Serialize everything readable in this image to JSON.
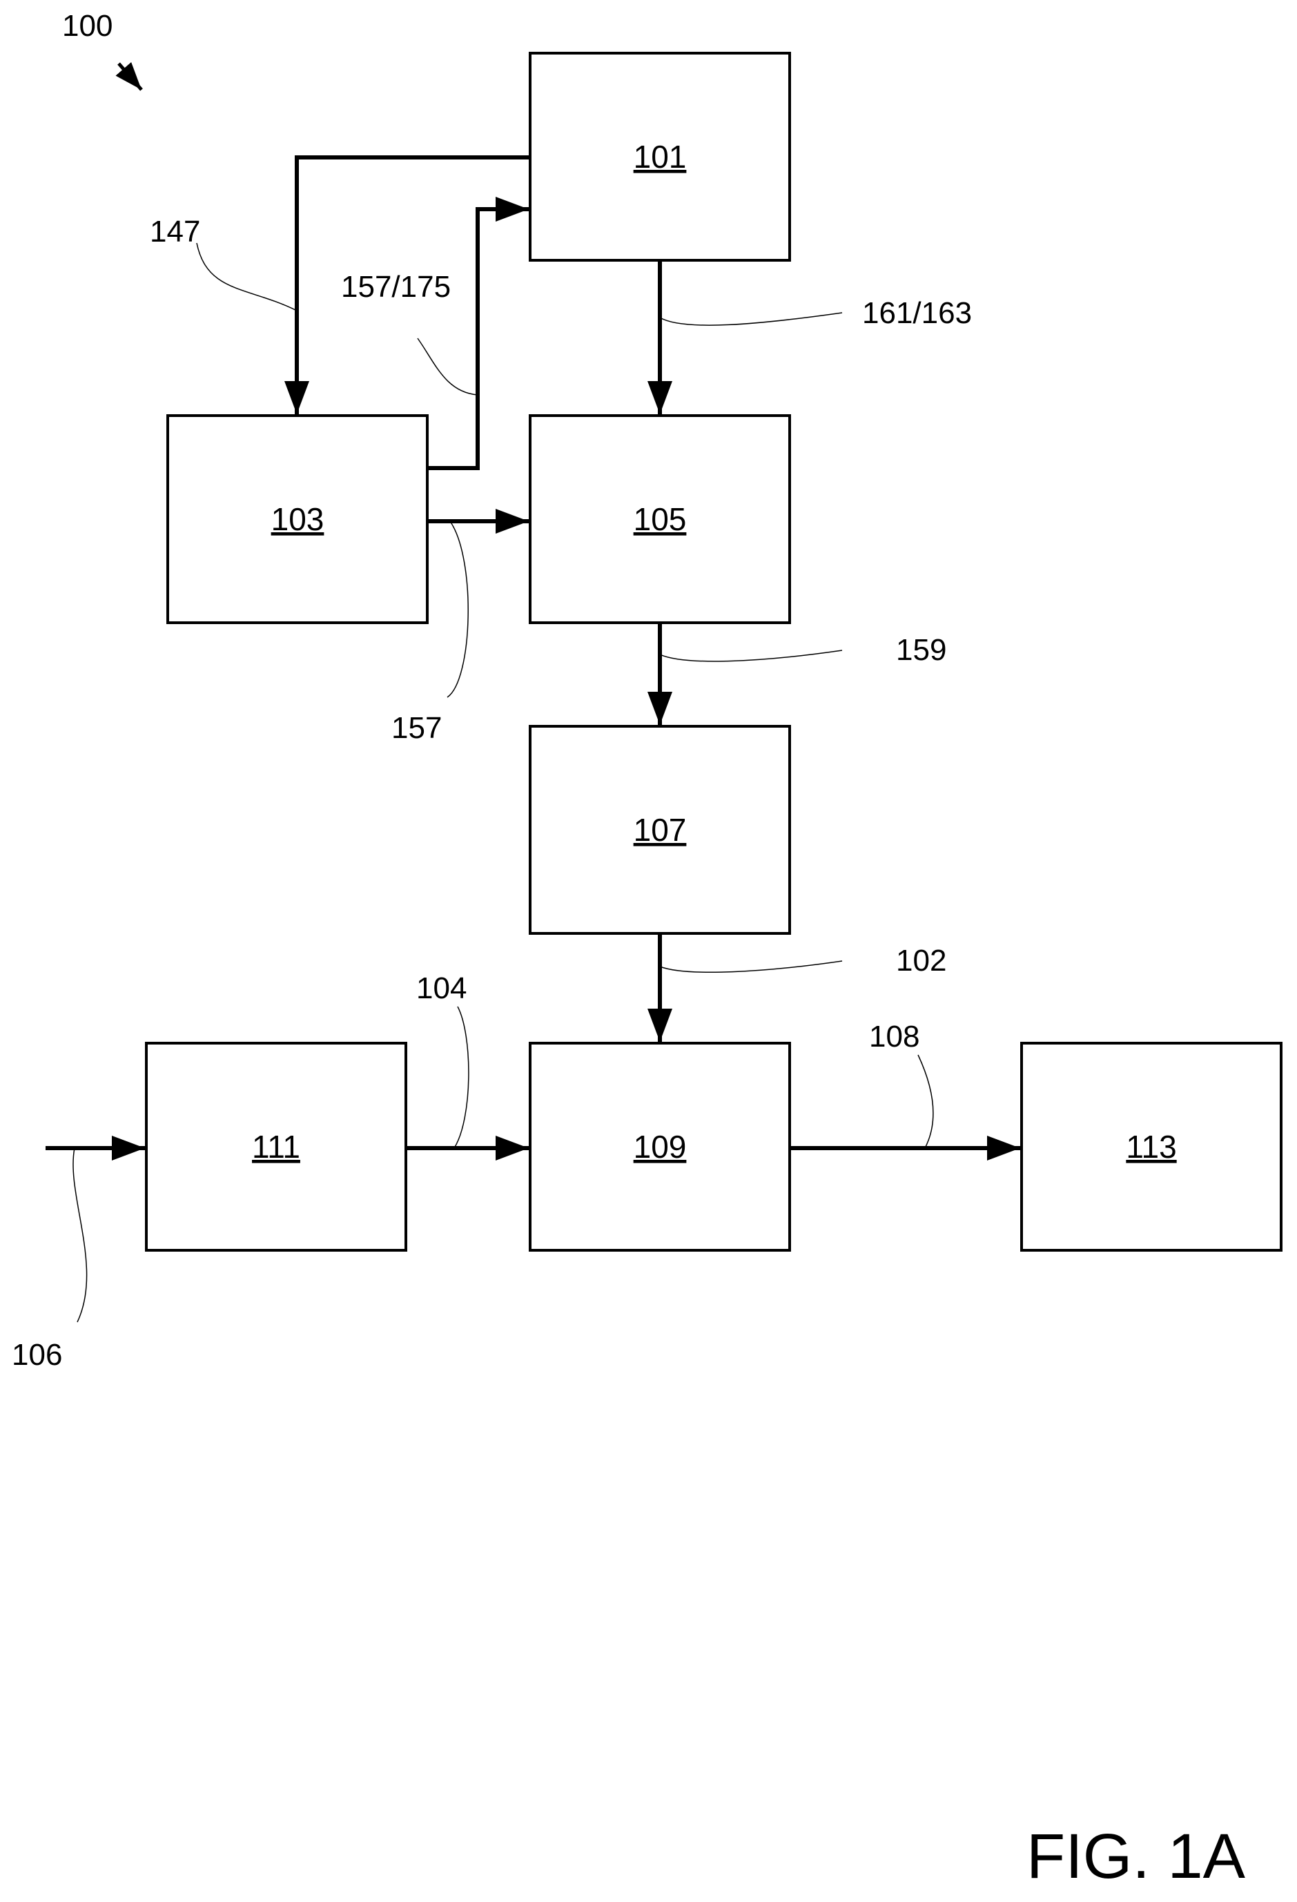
{
  "figure": {
    "reference_number": "100",
    "caption": "FIG. 1A"
  },
  "blocks": {
    "b101": "101",
    "b103": "103",
    "b105": "105",
    "b107": "107",
    "b109": "109",
    "b111": "111",
    "b113": "113"
  },
  "flows": {
    "f147": "147",
    "f157_175": "157/175",
    "f161_163": "161/163",
    "f157": "157",
    "f159": "159",
    "f102": "102",
    "f104": "104",
    "f106": "106",
    "f108": "108"
  },
  "colors": {
    "line": "#000000",
    "background": "#ffffff"
  }
}
